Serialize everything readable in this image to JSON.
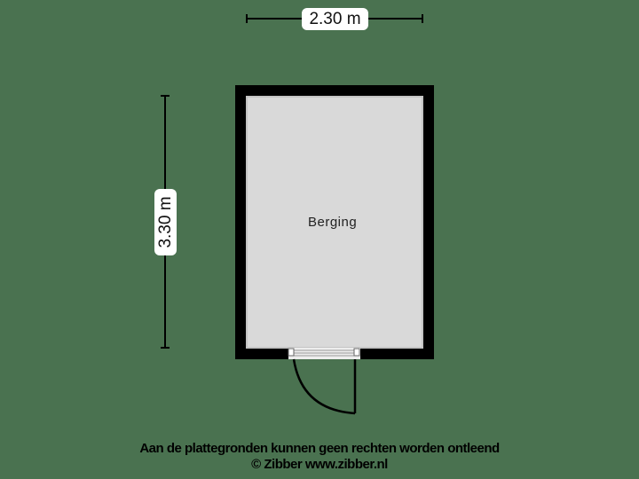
{
  "dimensions": {
    "width_label": "2.30 m",
    "height_label": "3.30 m"
  },
  "rooms": [
    {
      "name": "Berging"
    }
  ],
  "footer": {
    "disclaimer": "Aan de plattegronden kunnen geen rechten worden ontleend",
    "copyright": "© Zibber www.zibber.nl"
  },
  "colors": {
    "background": "#4a7250",
    "wall": "#000000",
    "floor": "#d9d9d9"
  }
}
